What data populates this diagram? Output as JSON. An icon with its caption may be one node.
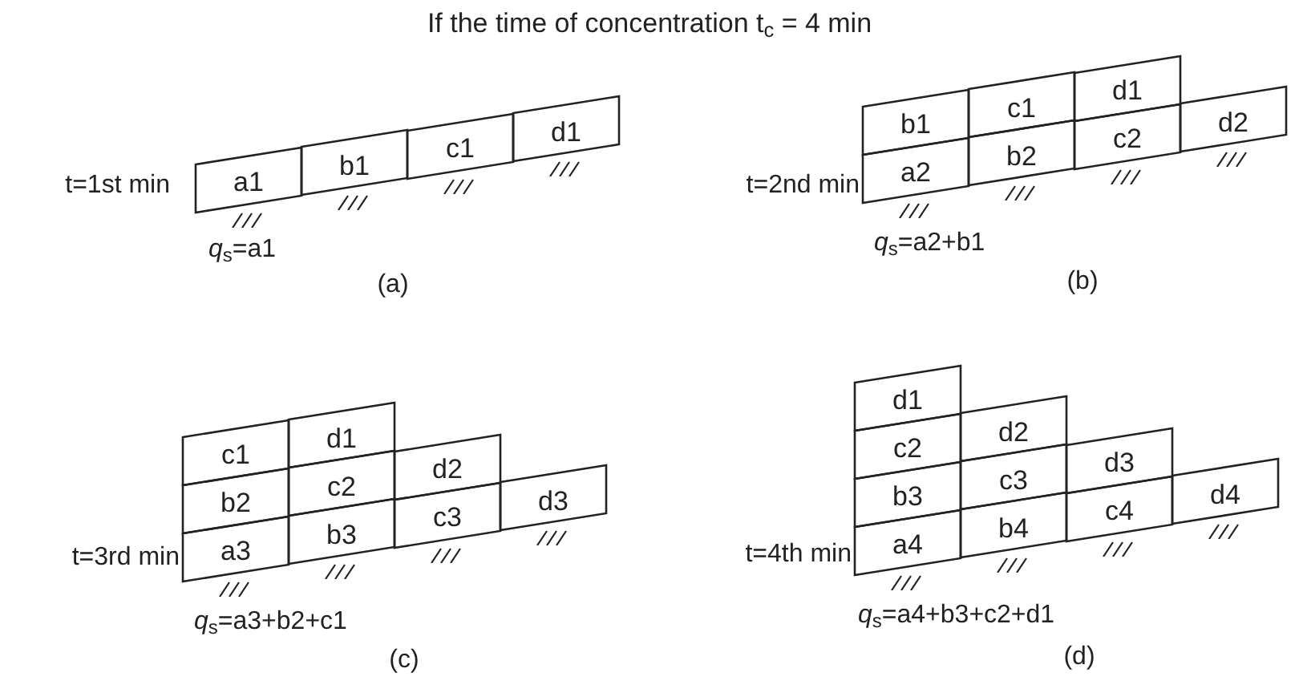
{
  "diagram": {
    "title": "If the time of concentration t$_{c}$ = 4 min",
    "nodes": [
      {
        "text": [
          "a1"
        ]
      },
      {
        "text": [
          "b1"
        ]
      },
      {
        "text": [
          "c1"
        ]
      },
      {
        "text": [
          "d1"
        ]
      },
      {
        "text": [
          "b1"
        ]
      },
      {
        "text": [
          "c1"
        ]
      },
      {
        "text": [
          "d1"
        ]
      },
      {
        "text": [
          "a2"
        ]
      },
      {
        "text": [
          "b2"
        ]
      },
      {
        "text": [
          "c2"
        ]
      },
      {
        "text": [
          "d2"
        ]
      },
      {
        "text": [
          "c1"
        ]
      },
      {
        "text": [
          "d1"
        ]
      },
      {
        "text": [
          "b2"
        ]
      },
      {
        "text": [
          "c2"
        ]
      },
      {
        "text": [
          "d2"
        ]
      },
      {
        "text": [
          "a3"
        ]
      },
      {
        "text": [
          "b3"
        ]
      },
      {
        "text": [
          "c3"
        ]
      },
      {
        "text": [
          "d3"
        ]
      },
      {
        "text": [
          "d1"
        ]
      },
      {
        "text": [
          "c2"
        ]
      },
      {
        "text": [
          "d2"
        ]
      },
      {
        "text": [
          "b3"
        ]
      },
      {
        "text": [
          "c3"
        ]
      },
      {
        "text": [
          "d3"
        ]
      },
      {
        "text": [
          "a4"
        ]
      },
      {
        "text": [
          "b4"
        ]
      },
      {
        "text": [
          "c4"
        ]
      },
      {
        "text": [
          "d4"
        ]
      }
    ],
    "labels": [
      "t=1st min",
      "*q*$_{s}$=a1",
      "(a)",
      "t=2nd min",
      "*q*$_{s}$=a2+b1",
      "(b)",
      "t=3rd min",
      "*q*$_{s}$=a3+b2+c1",
      "(c)",
      "t=4th min",
      "*q*$_{s}$=a4+b3+c2+d1",
      "(d)"
    ]
  }
}
